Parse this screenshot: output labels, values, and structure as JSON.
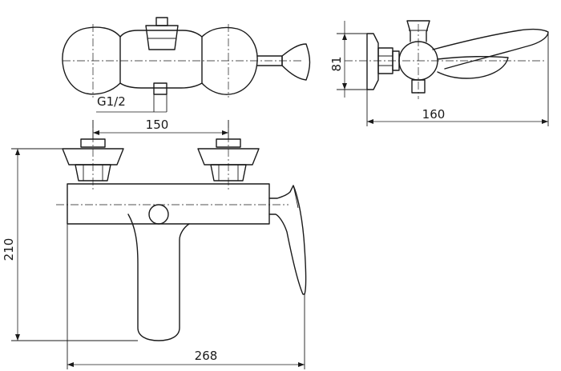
{
  "drawing": {
    "dimensions": {
      "inlet_thread": "G1/2",
      "inlet_spacing": "150",
      "body_width": "268",
      "height": "210",
      "side_depth": "160",
      "side_height": "81"
    },
    "colors": {
      "line": "#1a1a1a",
      "background": "#ffffff"
    }
  }
}
